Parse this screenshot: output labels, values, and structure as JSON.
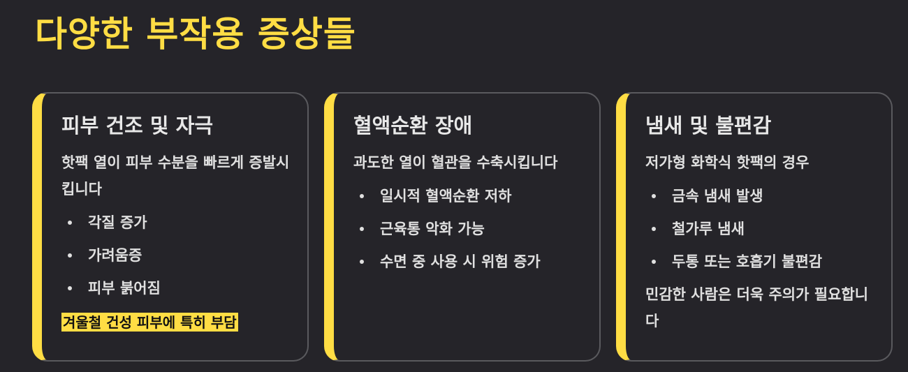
{
  "page": {
    "title": "다양한 부작용 증상들"
  },
  "colors": {
    "background": "#252429",
    "accent": "#ffdd44",
    "card_border": "#5a5a5e",
    "text": "#e0e0e0"
  },
  "cards": [
    {
      "title": "피부 건조 및 자극",
      "description": "핫팩 열이 피부 수분을 빠르게 증발시킵니다",
      "items": [
        "각질 증가",
        "가려움증",
        "피부 붉어짐"
      ],
      "highlight": "겨울철 건성 피부에 특히 부담"
    },
    {
      "title": "혈액순환 장애",
      "description": "과도한 열이 혈관을 수축시킵니다",
      "items": [
        "일시적 혈액순환 저하",
        "근육통 악화 가능",
        "수면 중 사용 시 위험 증가"
      ]
    },
    {
      "title": "냄새 및 불편감",
      "description": "저가형 화학식 핫팩의 경우",
      "items": [
        "금속 냄새 발생",
        "철가루 냄새",
        "두통 또는 호흡기 불편감"
      ],
      "note": "민감한 사람은 더욱 주의가 필요합니다"
    }
  ]
}
